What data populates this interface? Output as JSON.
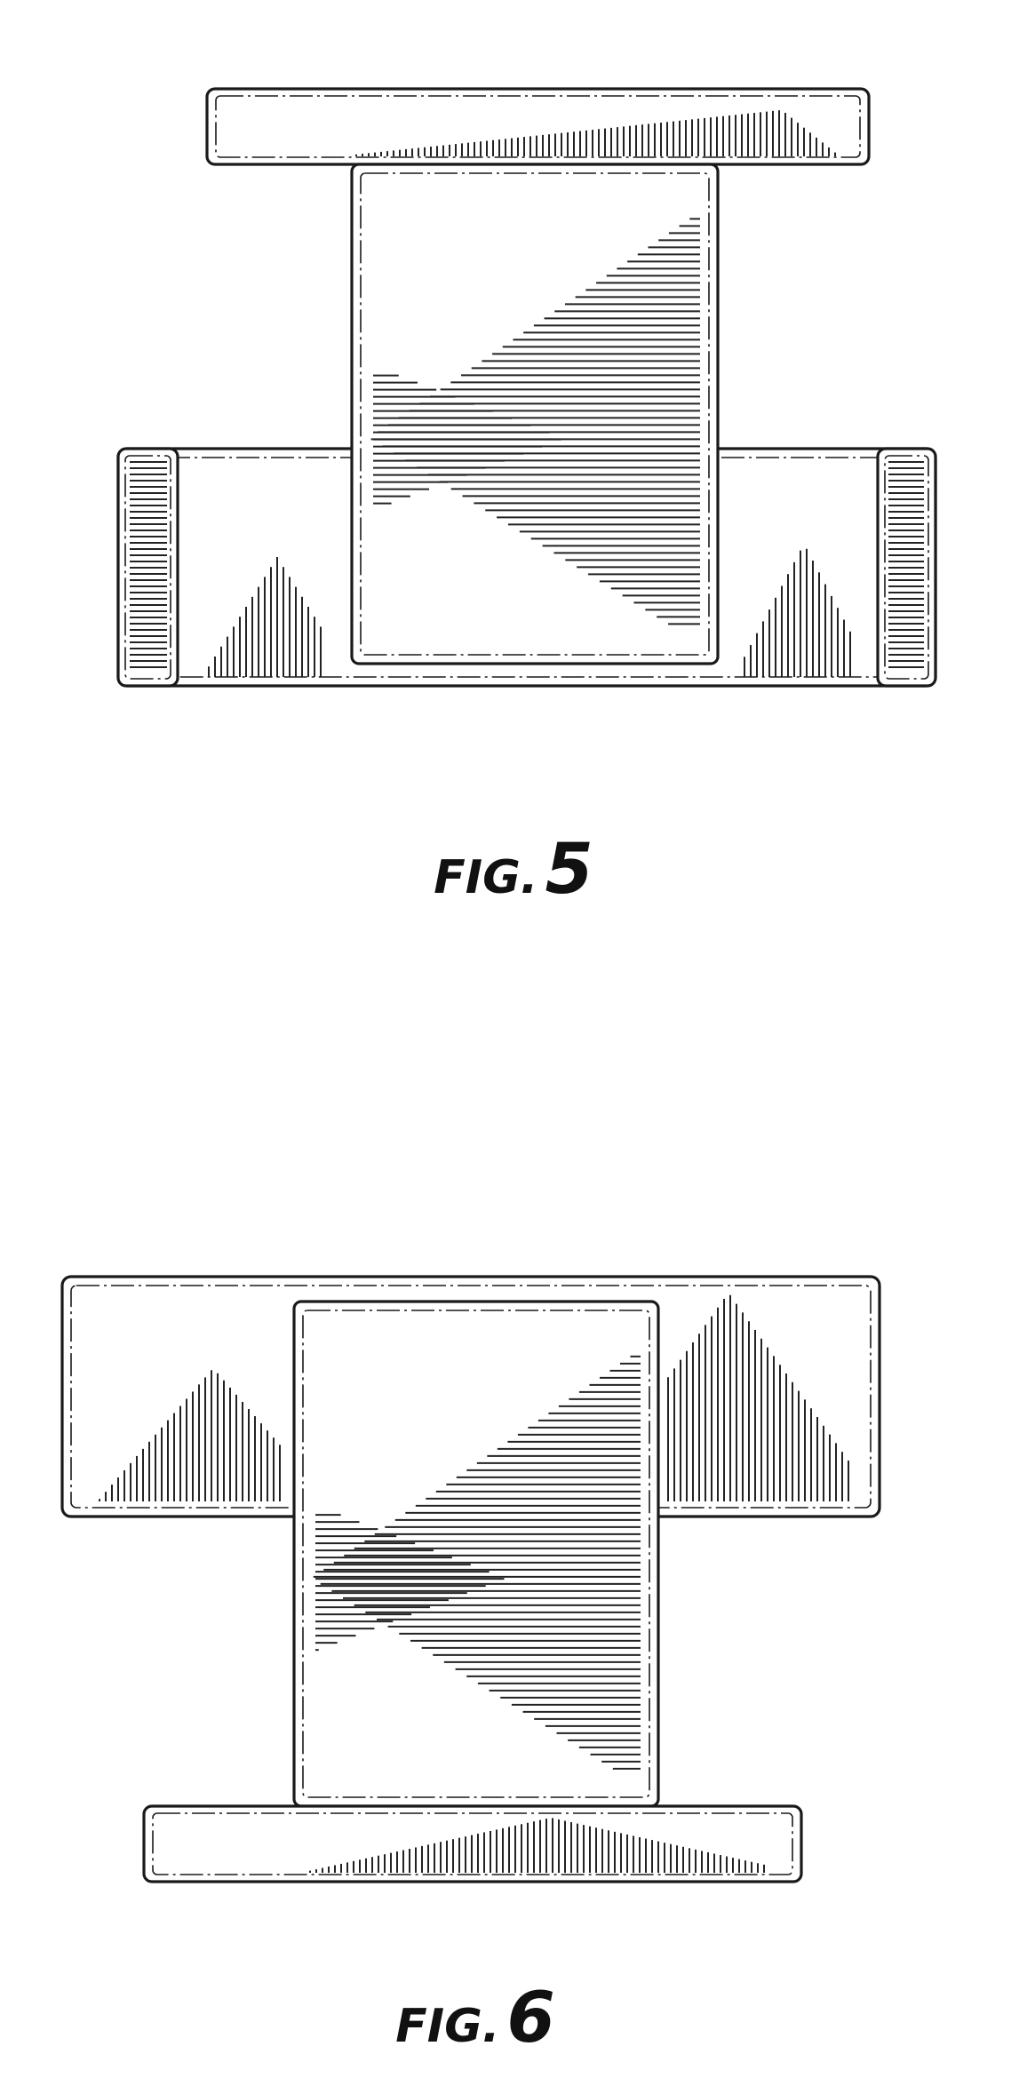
{
  "figures": [
    {
      "id": "fig5",
      "caption_prefix": "FIG.",
      "caption_number": "5"
    },
    {
      "id": "fig6",
      "caption_prefix": "FIG.",
      "caption_number": "6"
    }
  ]
}
